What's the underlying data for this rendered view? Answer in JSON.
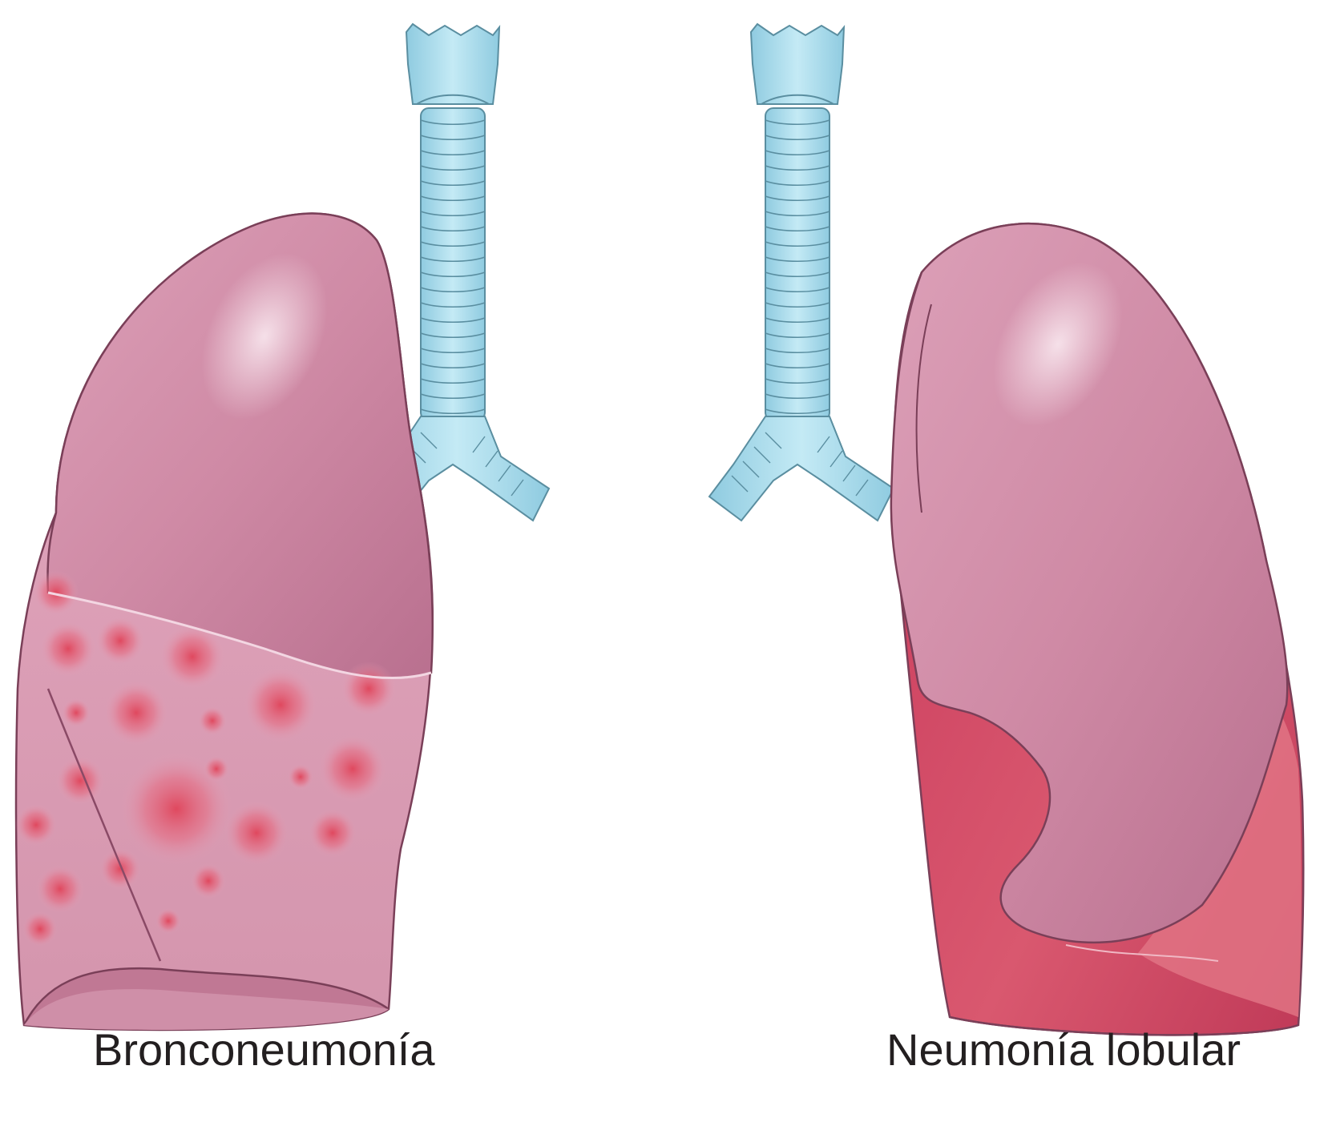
{
  "figure": {
    "background": "#ffffff",
    "panels": [
      {
        "id": "left",
        "caption": "Bronconeumonía",
        "condition": "patchy-foci",
        "focus_color": "#e0445a"
      },
      {
        "id": "right",
        "caption": "Neumonía lobular",
        "condition": "lobar-consolidation",
        "consolidation_color": "#d4506a"
      }
    ],
    "colors": {
      "lung": "#d08aa4",
      "lung_highlight": "#f4dbe5",
      "lung_outline": "#7a3f58",
      "trachea": "#a9dcec",
      "trachea_outline": "#5a8ea0"
    },
    "icons": [
      "trachea-icon",
      "lung-icon"
    ]
  }
}
